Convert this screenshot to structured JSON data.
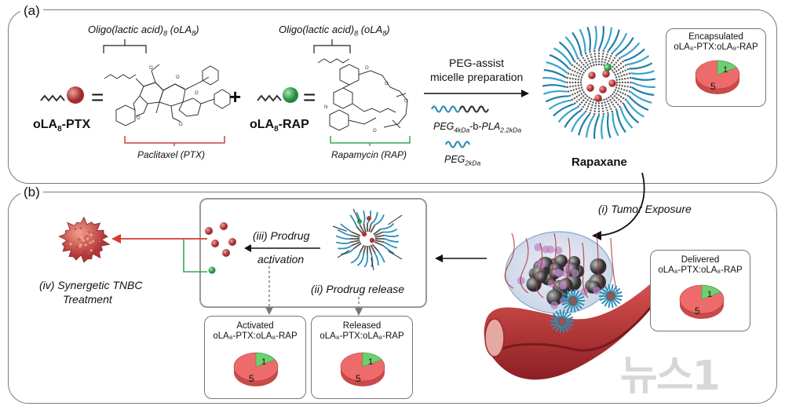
{
  "panel_a": {
    "label": "(a)",
    "oligo_left": "Oligo(lactic acid)",
    "oligo_left_sub": "8",
    "oligo_left_paren": " (oLA",
    "oligo_left_paren_sub": "8",
    "oligo_right": "Oligo(lactic acid)",
    "oligo_right_sub": "8",
    "oligo_right_paren": " (oLA",
    "oligo_right_paren_sub": "8",
    "ptx_label": "oLA",
    "ptx_label_sub": "8",
    "ptx_label_suffix": "-PTX",
    "rap_label": "oLA",
    "rap_label_sub": "8",
    "rap_label_suffix": "-RAP",
    "equals": "=",
    "plus": "+",
    "paclitaxel": "Paclitaxel (PTX)",
    "rapamycin": "Rapamycin (RAP)",
    "process_line1": "PEG-assist",
    "process_line2": "micelle preparation",
    "peg_pla_a": "PEG",
    "peg_pla_sub1": "4kDa",
    "peg_pla_b": "-b-",
    "peg_pla_c": "PLA",
    "peg_pla_sub2": "2.2kDa",
    "peg_a": "PEG",
    "peg_sub": "2kDa",
    "rapaxane": "Rapaxane",
    "encapsulated": {
      "title1": "Encapsulated",
      "title2": "oLA₈-PTX:oLA₈-RAP",
      "big": "5",
      "small": "1"
    }
  },
  "panel_b": {
    "label": "(b)",
    "tumor_exposure": "(i) Tumor Exposure",
    "prodrug_release": "(ii) Prodrug release",
    "prodrug_activation1": "(iii) Prodrug",
    "prodrug_activation2": "activation",
    "synergy1": "(iv) Synergetic TNBC",
    "synergy2": "Treatment",
    "delivered": {
      "title1": "Delivered",
      "title2": "oLA₈-PTX:oLA₈-RAP",
      "big": "5",
      "small": "1"
    },
    "activated": {
      "title1": "Activated",
      "title2": "oLA₈-PTX:oLA₈-RAP",
      "big": "5",
      "small": "1"
    },
    "released": {
      "title1": "Released",
      "title2": "oLA₈-PTX:oLA₈-RAP",
      "big": "5",
      "small": "1"
    }
  },
  "watermark": "뉴스1",
  "colors": {
    "ptx_red": "#c9423f",
    "rap_green": "#3aa65a",
    "peg_blue": "#2d8fb8",
    "pie_red": "#ee6b6b",
    "pie_green": "#6fcf6f",
    "red_arrow": "#d83a34",
    "green_line": "#3aa654"
  }
}
